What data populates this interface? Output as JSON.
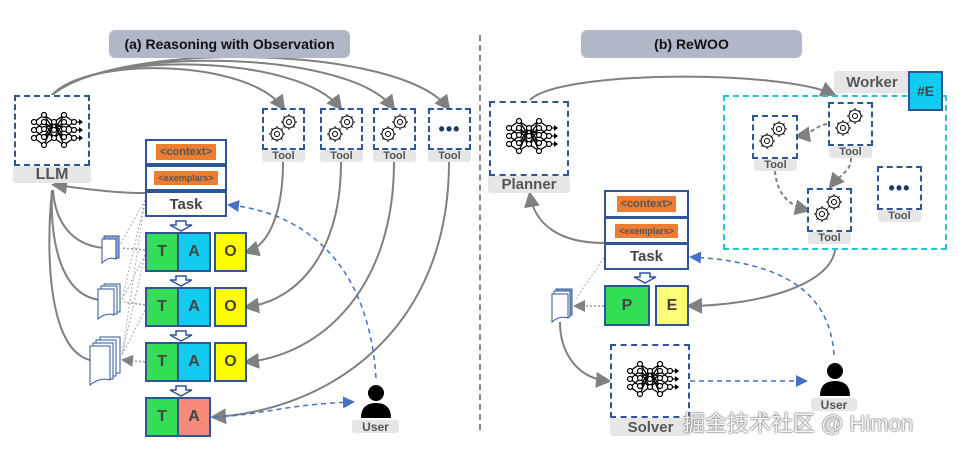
{
  "panel_a": {
    "title": "(a) Reasoning with Observation",
    "llm_label": "LLM",
    "tools": [
      "Tool",
      "Tool",
      "Tool",
      "Tool"
    ],
    "prompt": {
      "context": "<context>",
      "exemplars": "<exemplars>",
      "task": "Task"
    },
    "steps": [
      {
        "t": "T",
        "a": "A",
        "o": "O"
      },
      {
        "t": "T",
        "a": "A",
        "o": "O"
      },
      {
        "t": "T",
        "a": "A",
        "o": "O"
      },
      {
        "t": "T",
        "a": "A"
      }
    ],
    "user_label": "User"
  },
  "panel_b": {
    "title": "(b) ReWOO",
    "planner_label": "Planner",
    "worker_label": "Worker",
    "evidence_badge": "#E",
    "tools": [
      "Tool",
      "Tool",
      "Tool",
      "Tool"
    ],
    "prompt": {
      "context": "<context>",
      "exemplars": "<exemplars>",
      "task": "Task"
    },
    "plan": "P",
    "evidence": "E",
    "solver_label": "Solver",
    "user_label": "User"
  },
  "colors": {
    "thought": "#33dd55",
    "action": "#11ccee",
    "observation": "#ffff00",
    "final_action": "#f88a7c",
    "evidence": "#ffff77",
    "tag": "#ed7d31",
    "worker_border": "#22c4d8",
    "box_border": "#2f5597"
  },
  "watermark": "掘金技术社区 @ Himon"
}
